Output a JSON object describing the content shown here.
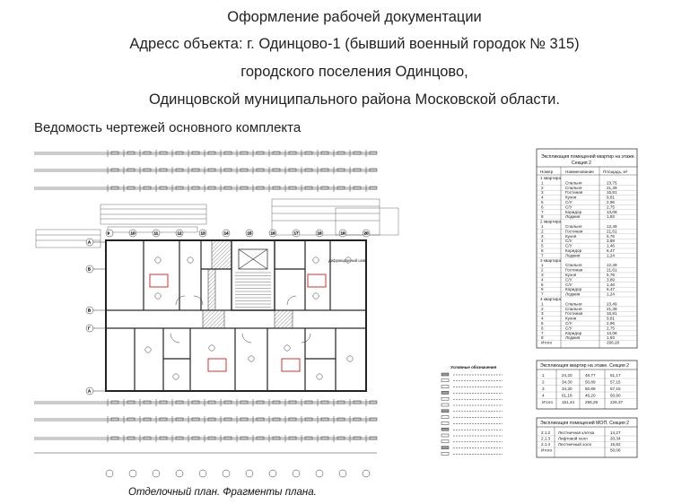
{
  "header": {
    "line1": "Оформление рабочей документации",
    "line2": "Адресс объекта: г. Одинцово-1 (бывший военный городок № 315)",
    "line3": "городского поселения Одинцово,",
    "line4": "Одинцовской муниципального района Московской области."
  },
  "section_heading": "Ведомость чертежей основного комплекта",
  "caption": "Отделочный план. Фрагменты плана.",
  "drawing": {
    "table1": {
      "title_line1": "Экспликация помещений квартир на этаже.",
      "title_line2": "Секция 2",
      "col_headers": [
        "Номер",
        "Наименование",
        "Площадь, м²"
      ],
      "groups": [
        {
          "label": "1 квартира",
          "rows": [
            [
              "1",
              "Спальня",
              "23,75"
            ],
            [
              "2",
              "Спальня",
              "21,39"
            ],
            [
              "3",
              "Гостиная",
              "15,81"
            ],
            [
              "4",
              "Кухня",
              "9,81"
            ],
            [
              "5",
              "С/У",
              "2,96"
            ],
            [
              "6",
              "С/У",
              "2,75"
            ],
            [
              "7",
              "Коридор",
              "13,08"
            ],
            [
              "8",
              "Лоджия",
              "1,93"
            ]
          ]
        },
        {
          "label": "2 квартира",
          "rows": [
            [
              "1",
              "Спальня",
              "12,49"
            ],
            [
              "2",
              "Гостиная",
              "21,61"
            ],
            [
              "3",
              "Кухня",
              "5,76"
            ],
            [
              "4",
              "С/У",
              "3,89"
            ],
            [
              "5",
              "С/У",
              "1,46"
            ],
            [
              "6",
              "Коридор",
              "6,47"
            ],
            [
              "7",
              "Лоджия",
              "1,24"
            ]
          ]
        },
        {
          "label": "3 квартира",
          "rows": [
            [
              "1",
              "Спальня",
              "12,49"
            ],
            [
              "2",
              "Гостиная",
              "21,61"
            ],
            [
              "3",
              "Кухня",
              "5,76"
            ],
            [
              "4",
              "С/У",
              "3,89"
            ],
            [
              "5",
              "С/У",
              "1,46"
            ],
            [
              "6",
              "Коридор",
              "6,47"
            ],
            [
              "7",
              "Лоджия",
              "1,24"
            ]
          ]
        },
        {
          "label": "4 квартира",
          "rows": [
            [
              "1",
              "Спальня",
              "23,49"
            ],
            [
              "2",
              "Спальня",
              "21,39"
            ],
            [
              "3",
              "Гостиная",
              "15,81"
            ],
            [
              "4",
              "Кухня",
              "9,81"
            ],
            [
              "5",
              "С/У",
              "2,96"
            ],
            [
              "6",
              "С/У",
              "2,75"
            ],
            [
              "7",
              "Коридор",
              "13,08"
            ],
            [
              "8",
              "Лоджия",
              "1,93"
            ]
          ]
        }
      ],
      "total_label": "Итого",
      "total_value": "296,28"
    },
    "table2": {
      "title": "Экспликация квартир на этаже. Секция 2",
      "rows": [
        [
          "1",
          "24,20",
          "48,77",
          "51,17"
        ],
        [
          "2",
          "34,30",
          "50,89",
          "57,15"
        ],
        [
          "3",
          "34,30",
          "50,89",
          "57,15"
        ],
        [
          "4",
          "61,18",
          "46,20",
          "60,90"
        ]
      ],
      "total_label": "Итого",
      "total_values": [
        "151,44",
        "296,28",
        "226,37"
      ]
    },
    "table3": {
      "title": "Экспликация помещений МОП. Секция 2",
      "rows": [
        [
          "2.1.2",
          "Лестничная клетка",
          "14,27"
        ],
        [
          "2.1.3",
          "Лифтовой холл",
          "20,34"
        ],
        [
          "2.1.4",
          "Лестничный холл",
          "15,82"
        ]
      ],
      "total_label": "Итого",
      "total_value": "50,06"
    },
    "legend_title": "Условные обозначения",
    "plan_note": "Дифракционный шов",
    "axis_letters": [
      "А",
      "Б",
      "В",
      "Г"
    ],
    "axis_numbers": [
      "9",
      "10",
      "11",
      "12",
      "13",
      "14",
      "15",
      "16",
      "17",
      "18",
      "19",
      "20"
    ]
  }
}
